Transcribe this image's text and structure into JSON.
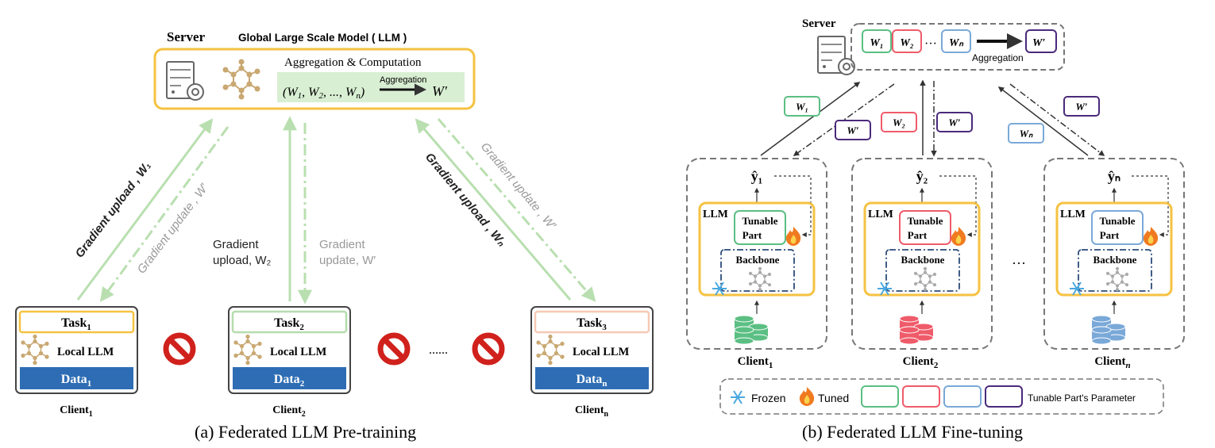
{
  "left": {
    "server_label": "Server",
    "model_title": "Global Large Scale Model ( LLM )",
    "agg_title": "Aggregation  &  Computation",
    "agg_formula": "(W",
    "agg_arrow_label": "Aggregation",
    "agg_result": "W′",
    "arrows": {
      "upload_1": "Gradient upload , W₁",
      "update_1": "Gradient update , W′",
      "upload_2_line1": "Gradient",
      "upload_2_line2": "upload, W₂",
      "update_2_line1": "Gradient",
      "update_2_line2": "update, W′",
      "upload_n": "Gradient upload , Wₙ",
      "update_n": "Gradient update , W′"
    },
    "clients": [
      {
        "task": "Task",
        "task_sub": "1",
        "local": "Local LLM",
        "data": "Data",
        "data_sub": "1",
        "name": "Client",
        "name_sub": "1",
        "task_color": "#f5c242"
      },
      {
        "task": "Task",
        "task_sub": "2",
        "local": "Local LLM",
        "data": "Data",
        "data_sub": "2",
        "name": "Client",
        "name_sub": "2",
        "task_color": "#b5dcae"
      },
      {
        "task": "Task",
        "task_sub": "3",
        "local": "Local LLM",
        "data": "Data",
        "data_sub": "n",
        "name": "Client",
        "name_sub": "n",
        "task_color": "#f6c9b5"
      }
    ],
    "ellipsis": "......",
    "caption": "(a)  Federated LLM Pre-training"
  },
  "right": {
    "server_label": "Server",
    "weights": [
      "W₁",
      "W₂",
      "Wₙ"
    ],
    "weights_ellipsis": "···",
    "agg_result": "W′",
    "agg_label": "Aggregation",
    "link_labels": {
      "w1": "W₁",
      "wprime_1": "W′",
      "w2": "W₂",
      "wprime_2": "W′",
      "wn": "Wₙ",
      "wprime_n": "W′"
    },
    "clients": [
      {
        "y": "ŷ₁",
        "llm": "LLM",
        "tunable_1": "Tunable",
        "tunable_2": "Part",
        "backbone": "Backbone",
        "name": "Client",
        "name_sub": "1",
        "color": "#5bbf83"
      },
      {
        "y": "ŷ₂",
        "llm": "LLM",
        "tunable_1": "Tunable",
        "tunable_2": "Part",
        "backbone": "Backbone",
        "name": "Client",
        "name_sub": "2",
        "color": "#ef5b6a"
      },
      {
        "y": "ŷₙ",
        "llm": "LLM",
        "tunable_1": "Tunable",
        "tunable_2": "Part",
        "backbone": "Backbone",
        "name": "Client",
        "name_sub": "n",
        "color": "#7aa9d8"
      }
    ],
    "clients_ellipsis": "···",
    "legend": {
      "frozen": "Frozen",
      "tuned": "Tuned",
      "param": "Tunable Part's Parameter"
    },
    "caption": "(b)  Federated LLM Fine-tuning"
  },
  "colors": {
    "arrow_green": "#b9dfb0",
    "yellow_border": "#f5c242",
    "data_blue": "#2e6db4",
    "dash_gray": "#7a7a7a",
    "purple": "#4b2a7b",
    "green": "#5bbf83",
    "red": "#ef5b6a",
    "blue": "#7aa9d8",
    "no_red": "#d0211c"
  }
}
